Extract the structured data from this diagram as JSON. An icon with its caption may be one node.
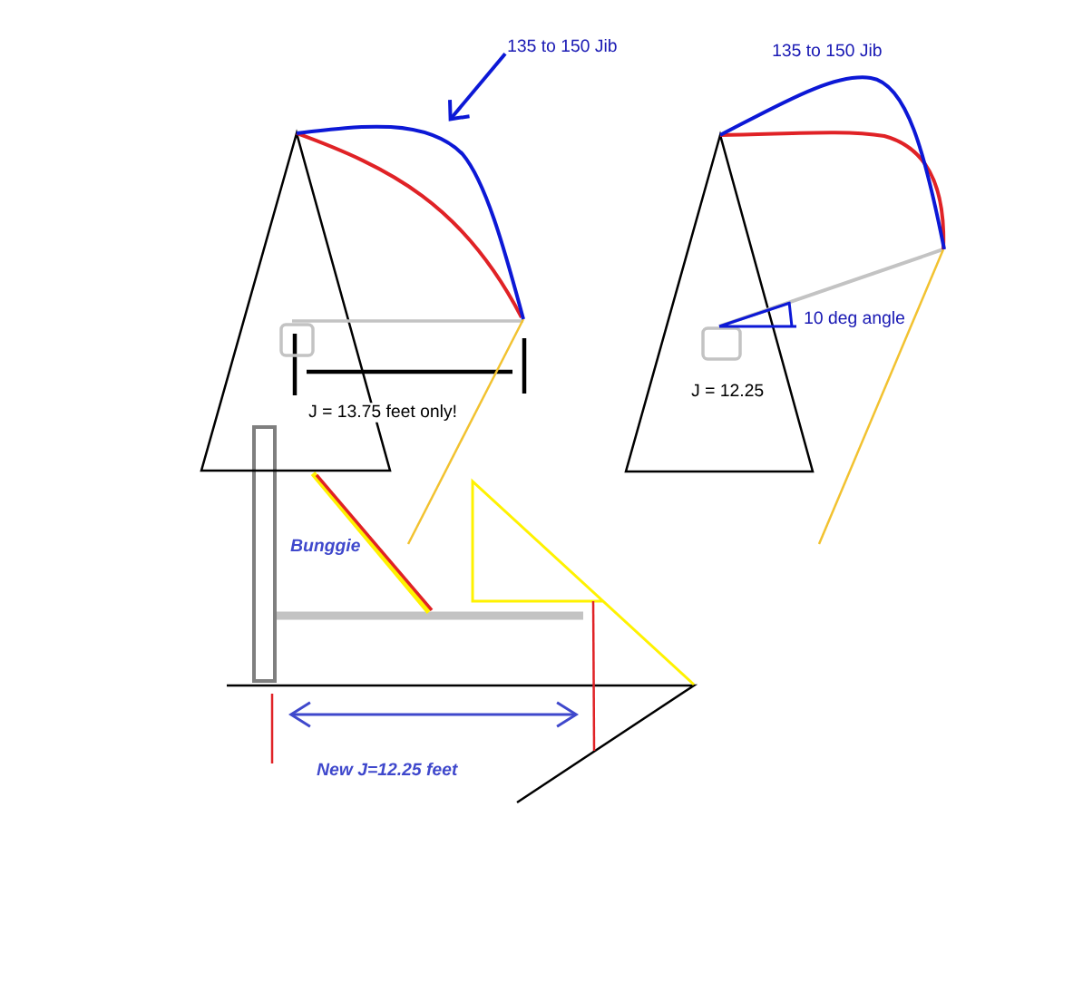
{
  "diagram": {
    "nodes": [
      {
        "text": [
          "135 to 150 Jib"
        ]
      },
      {
        "text": [],
        "shape": "picture"
      },
      {
        "text": [],
        "shape": "picture"
      }
    ],
    "edges": [
      {
        "from": 0,
        "to": 1,
        "arrow": "to"
      }
    ],
    "labels": [
      "135 to 150 Jib",
      "10 deg angle",
      "J = 12.25",
      "J = 13.75 feet only!",
      "Bunggie",
      "New J=12.25 feet"
    ]
  }
}
